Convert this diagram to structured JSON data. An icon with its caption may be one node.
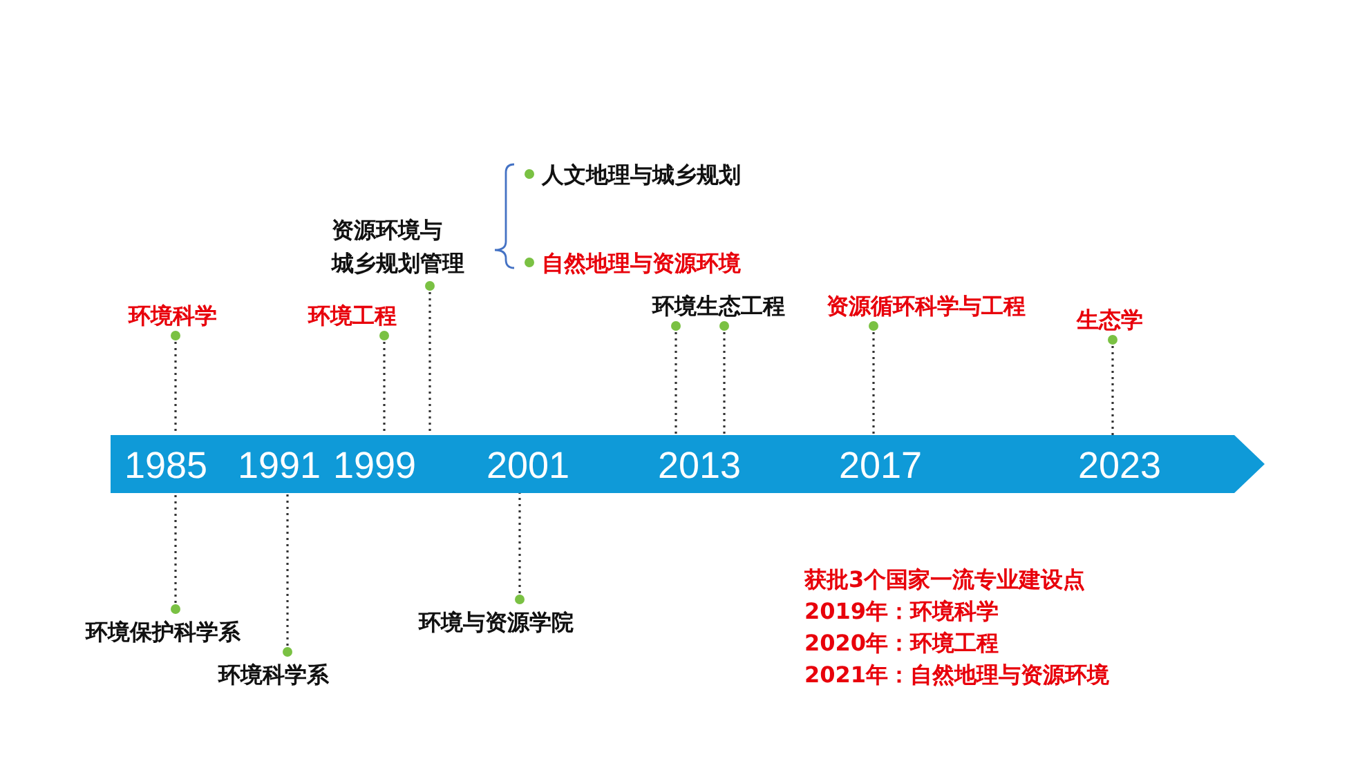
{
  "diagram": {
    "nodes": [
      {
        "text": [
          "1985",
          "1991",
          "1999",
          "2001",
          "2013",
          "2017",
          "2023"
        ]
      },
      {
        "text": [
          "环境科学"
        ]
      },
      {
        "text": [
          "环境工程"
        ]
      },
      {
        "text": [
          "资源环境与城乡规划管理"
        ]
      },
      {
        "text": [
          "人文地理与城乡规划"
        ]
      },
      {
        "text": [
          "自然地理与资源环境"
        ]
      },
      {
        "text": [
          "环境生态工程"
        ]
      },
      {
        "text": [
          "资源循环科学与工程"
        ]
      },
      {
        "text": [
          "生态学"
        ]
      },
      {
        "text": [
          "环境保护科学系"
        ]
      },
      {
        "text": [
          "环境科学系"
        ]
      },
      {
        "text": [
          "环境与资源学院"
        ]
      }
    ],
    "edges": [
      {
        "from": 1,
        "to": 0,
        "arrow": "other",
        "style": "dashed"
      },
      {
        "from": 2,
        "to": 0,
        "arrow": "other",
        "style": "dashed"
      },
      {
        "from": 3,
        "to": 0,
        "arrow": "other",
        "style": "dashed"
      },
      {
        "from": 6,
        "to": 0,
        "arrow": "other",
        "style": "dashed"
      },
      {
        "from": 6,
        "to": 0,
        "arrow": "other",
        "style": "dashed"
      },
      {
        "from": 7,
        "to": 0,
        "arrow": "other",
        "style": "dashed"
      },
      {
        "from": 8,
        "to": 0,
        "arrow": "other",
        "style": "dashed"
      },
      {
        "from": 9,
        "to": 0,
        "arrow": "other",
        "style": "dashed"
      },
      {
        "from": 10,
        "to": 0,
        "arrow": "other",
        "style": "dashed"
      },
      {
        "from": 11,
        "to": 0,
        "arrow": "other",
        "style": "dashed"
      }
    ],
    "labels": [
      "获批3个国家一流专业建设点",
      "2019年：环境科学",
      "2020年：环境工程",
      "2021年：自然地理与资源环境"
    ]
  }
}
